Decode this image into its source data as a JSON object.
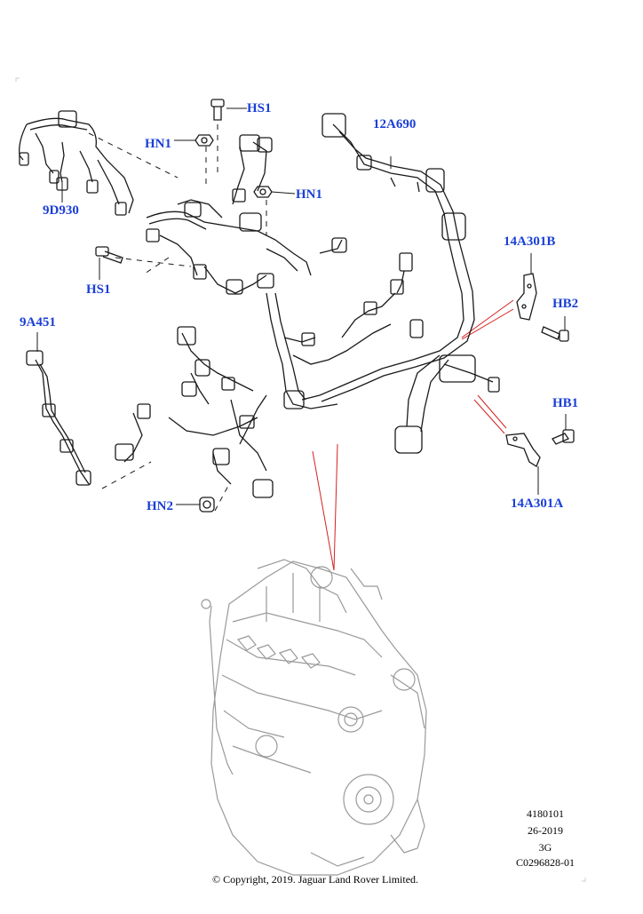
{
  "theme": {
    "label_color": "#1a3fd6",
    "line_color": "#1a1a1a",
    "pointer_color": "#d62020",
    "engine_color": "#9a9a9a"
  },
  "labels": {
    "hs1_top": "HS1",
    "hn1_left": "HN1",
    "hn1_right": "HN1",
    "p9d930": "9D930",
    "hs1_left": "HS1",
    "p12a690": "12A690",
    "p14a301b": "14A301B",
    "hb2": "HB2",
    "p9a451": "9A451",
    "hb1": "HB1",
    "hn2": "HN2",
    "p14a301a": "14A301A"
  },
  "info": {
    "line1": "4180101",
    "line2": "26-2019",
    "line3": "3G",
    "line4": "C0296828-01"
  },
  "copyright": "© Copyright, 2019. Jaguar Land Rover Limited."
}
